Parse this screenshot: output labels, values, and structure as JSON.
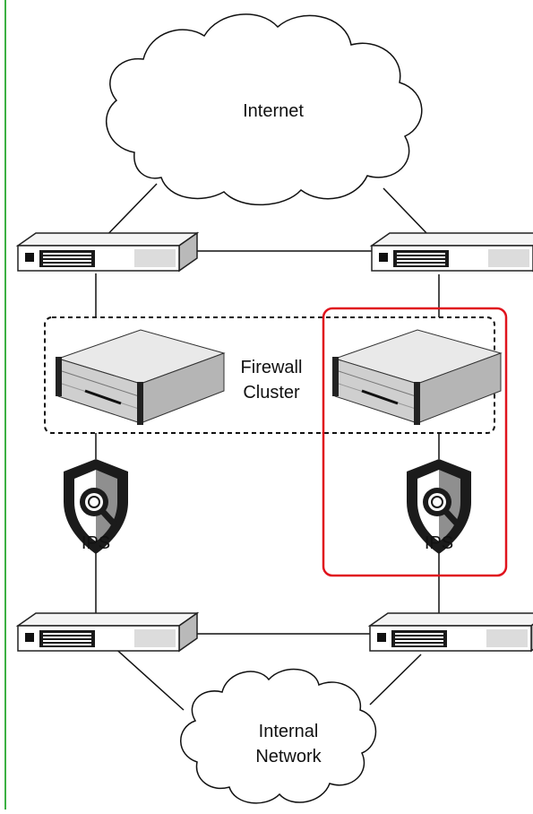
{
  "diagram": {
    "internet_label": "Internet",
    "cluster_label_line1": "Firewall",
    "cluster_label_line2": "Cluster",
    "ips_left_label": "IPS",
    "ips_right_label": "IPS",
    "internal_label_line1": "Internal",
    "internal_label_line2": "Network"
  },
  "colors": {
    "left_border": "#3cb043",
    "highlight": "#e0141e",
    "shield_dark": "#1b1b1b",
    "shield_light": "#8f8f8f"
  }
}
